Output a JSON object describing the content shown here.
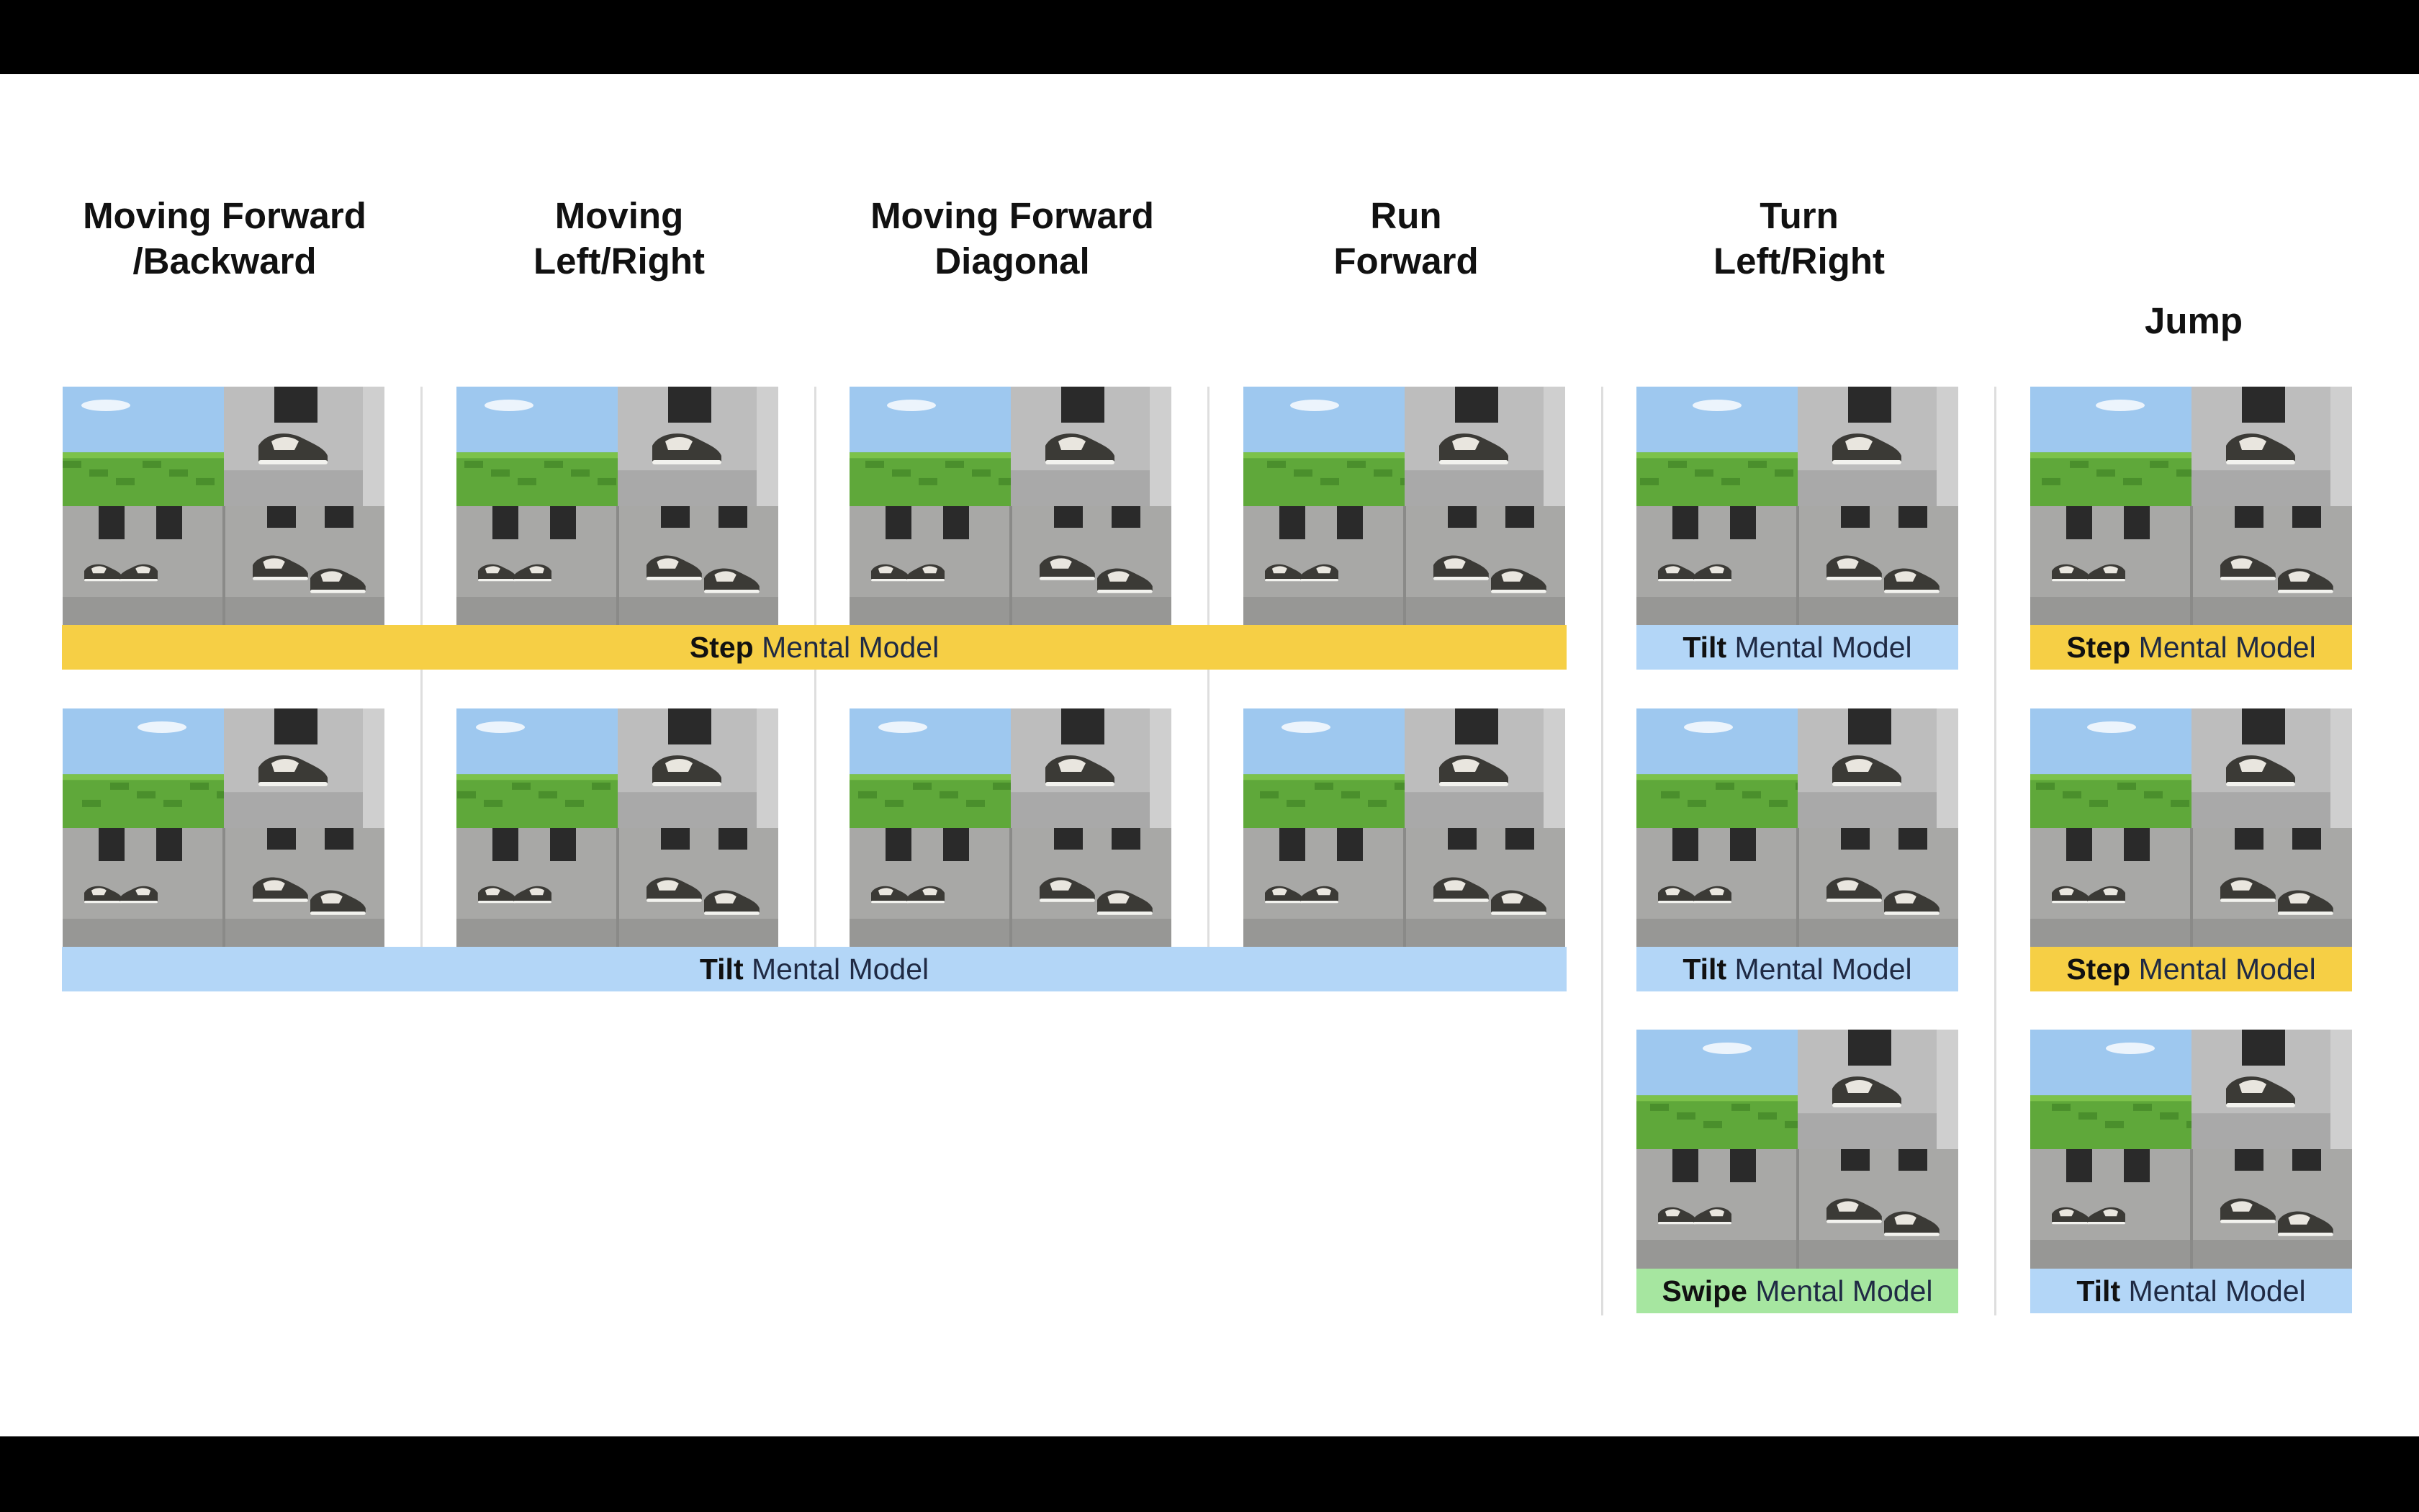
{
  "columns": [
    {
      "title": "Moving Forward\n/Backward"
    },
    {
      "title": "Moving\nLeft/Right"
    },
    {
      "title": "Moving Forward\nDiagonal"
    },
    {
      "title": "Run\nForward"
    },
    {
      "title": "Turn\nLeft/Right"
    },
    {
      "title": "Jump"
    }
  ],
  "bands": {
    "step_wide": {
      "bold": "Step",
      "text": " Mental Model"
    },
    "tilt_wide": {
      "bold": "Tilt",
      "text": " Mental Model"
    },
    "turn_tilt_1": {
      "bold": "Tilt",
      "text": " Mental Model"
    },
    "turn_tilt_2": {
      "bold": "Tilt",
      "text": " Mental Model"
    },
    "turn_swipe": {
      "bold": "Swipe",
      "text": " Mental Model"
    },
    "jump_step_1": {
      "bold": "Step",
      "text": " Mental Model"
    },
    "jump_step_2": {
      "bold": "Step",
      "text": " Mental Model"
    },
    "jump_tilt": {
      "bold": "Tilt",
      "text": " Mental Model"
    }
  },
  "colors": {
    "step": "#f6cf45",
    "tilt": "#b3d6f7",
    "swipe": "#a6e6a0"
  }
}
